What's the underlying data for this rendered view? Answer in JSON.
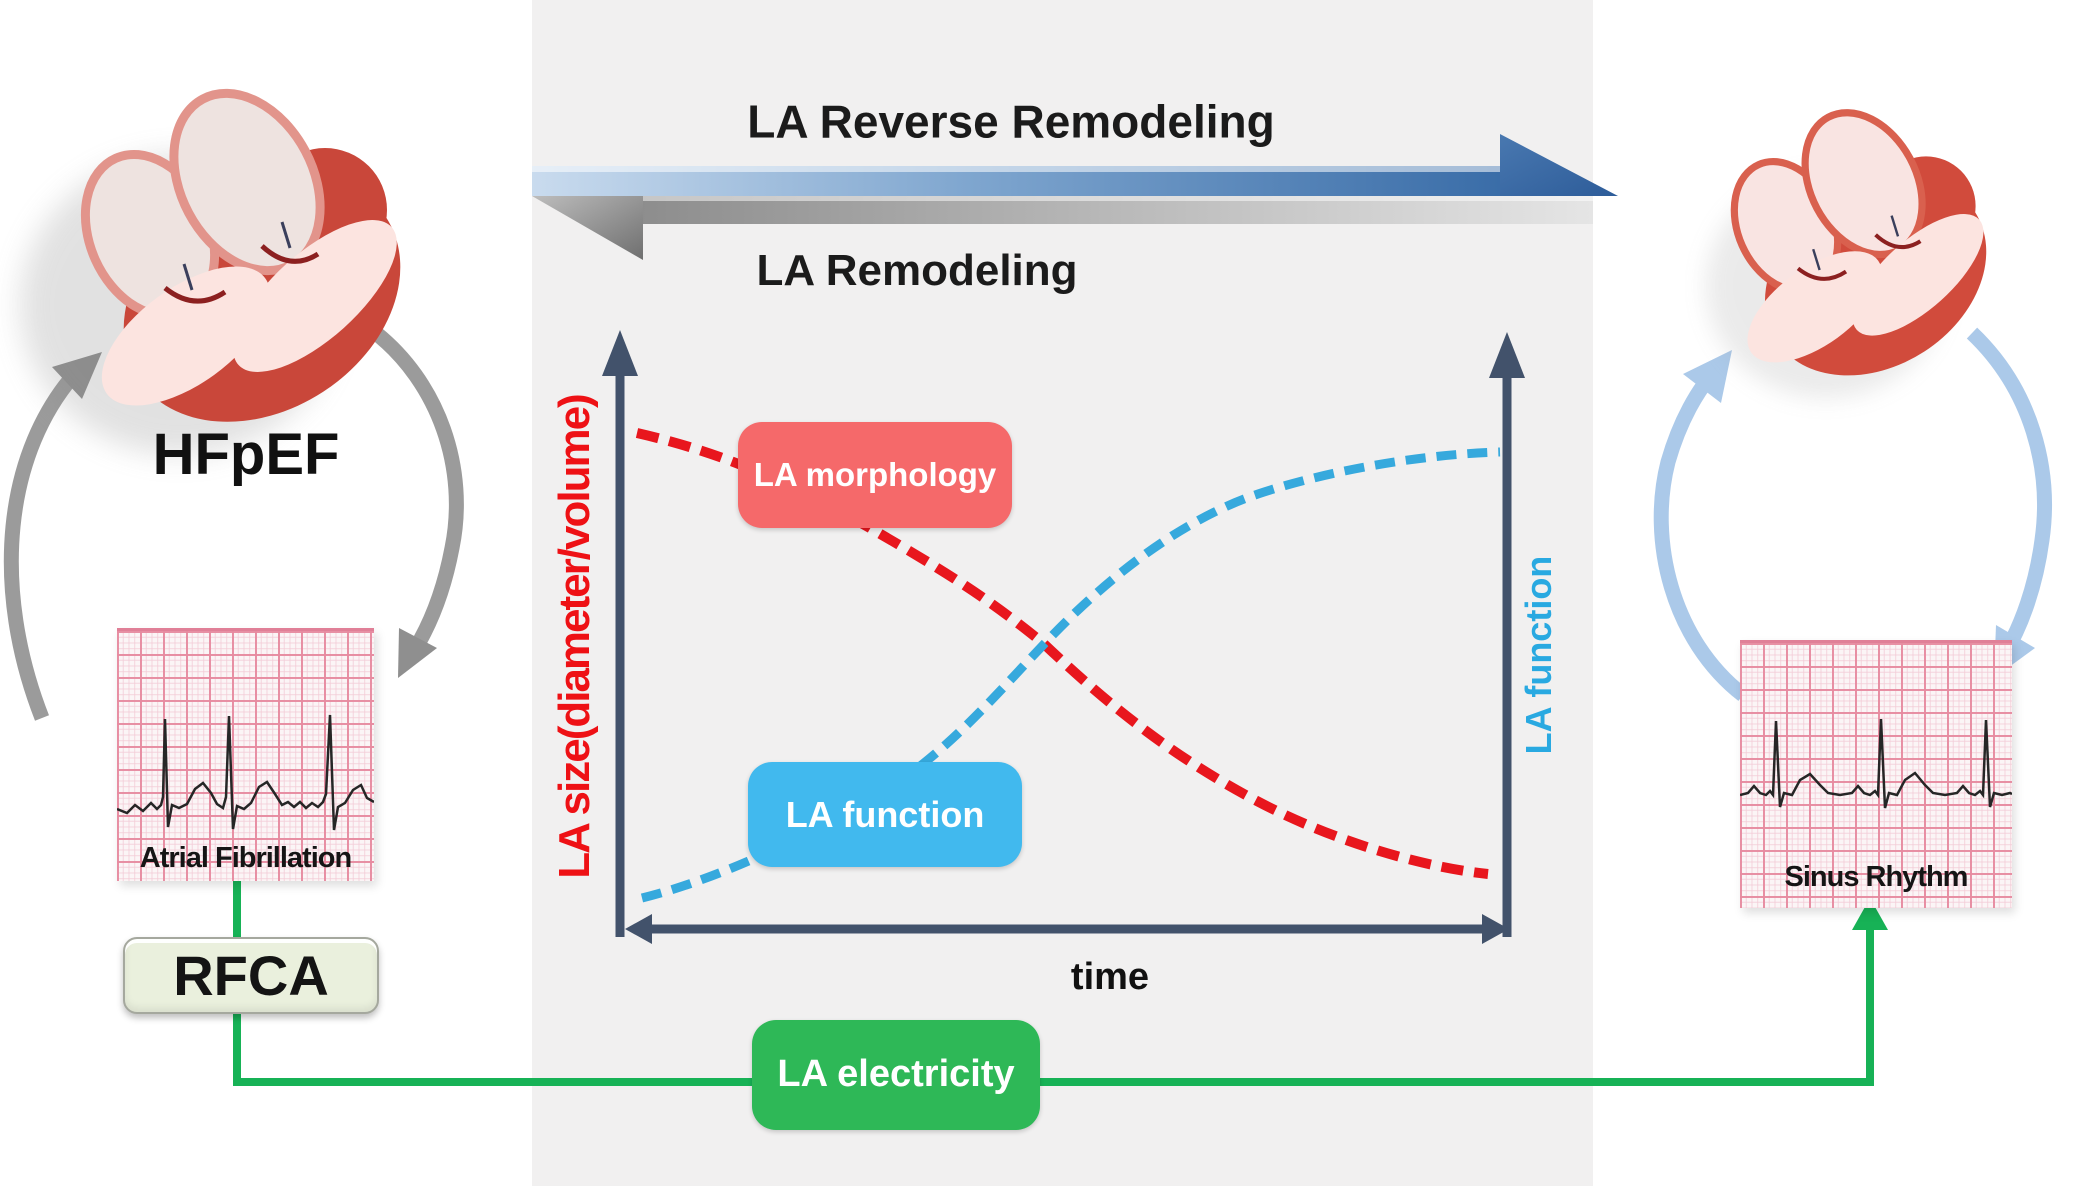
{
  "banner": {
    "top_label": "LA Reverse Remodeling",
    "bottom_label": "LA Remodeling"
  },
  "left_column": {
    "heart_label": "HFpEF",
    "ecg_label": "Atrial Fibrillation",
    "rfca_label": "RFCA"
  },
  "right_column": {
    "ecg_label": "Sinus Rhythm"
  },
  "chart": {
    "y_left_label": "LA size(diameter/volume)",
    "y_right_label": "LA function",
    "x_label": "time",
    "morphology_chip": "LA morphology",
    "function_chip": "LA function",
    "electricity_chip": "LA electricity"
  },
  "colors": {
    "red_series": "#e8161d",
    "red_label": "#ee1115",
    "blue_series": "#36a9dd",
    "blue_label": "#29a9e1",
    "chip_morphology": "#f5696a",
    "chip_function": "#41b9ee",
    "chip_electricity": "#2eb857",
    "green_connector": "#17b256",
    "axis": "#42526b",
    "rfca_bg": "#eaf0dd",
    "panel_bg": "#f1f0f0",
    "gray_cycle": "#9b9b9b",
    "blue_cycle": "#abc9e9"
  },
  "chart_data": {
    "type": "line",
    "title": "LA remodeling / reverse remodeling time course",
    "xlabel": "time",
    "ylabel_left": "LA size(diameter/volume)",
    "ylabel_right": "LA function",
    "x_normalized": [
      0,
      0.1,
      0.2,
      0.3,
      0.4,
      0.5,
      0.6,
      0.7,
      0.8,
      0.9,
      1.0
    ],
    "series": [
      {
        "name": "LA size (LA morphology)",
        "style": "dashed",
        "color": "#e8161d",
        "values": [
          0.84,
          0.8,
          0.74,
          0.66,
          0.57,
          0.48,
          0.38,
          0.29,
          0.21,
          0.14,
          0.09
        ]
      },
      {
        "name": "LA function",
        "style": "dashed",
        "color": "#36a9dd",
        "values": [
          0.05,
          0.09,
          0.15,
          0.23,
          0.33,
          0.44,
          0.55,
          0.65,
          0.73,
          0.78,
          0.8
        ]
      }
    ],
    "xlim": [
      0,
      1
    ],
    "ylim": [
      0,
      1
    ],
    "grid": false,
    "legend_position": "on-curve chips"
  }
}
